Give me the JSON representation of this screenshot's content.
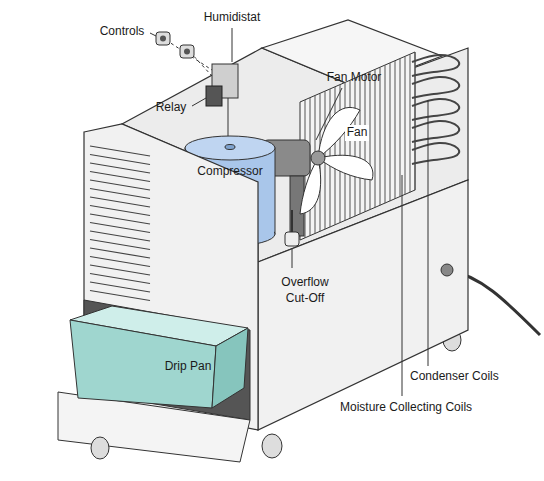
{
  "diagram": {
    "labels": [
      "Controls",
      "Humidistat",
      "Relay",
      "Fan Motor",
      "Fan",
      "Compressor",
      "Overflow Cut-Off",
      "Drip Pan",
      "Condenser Coils",
      "Moisture Collecting Coils"
    ]
  }
}
